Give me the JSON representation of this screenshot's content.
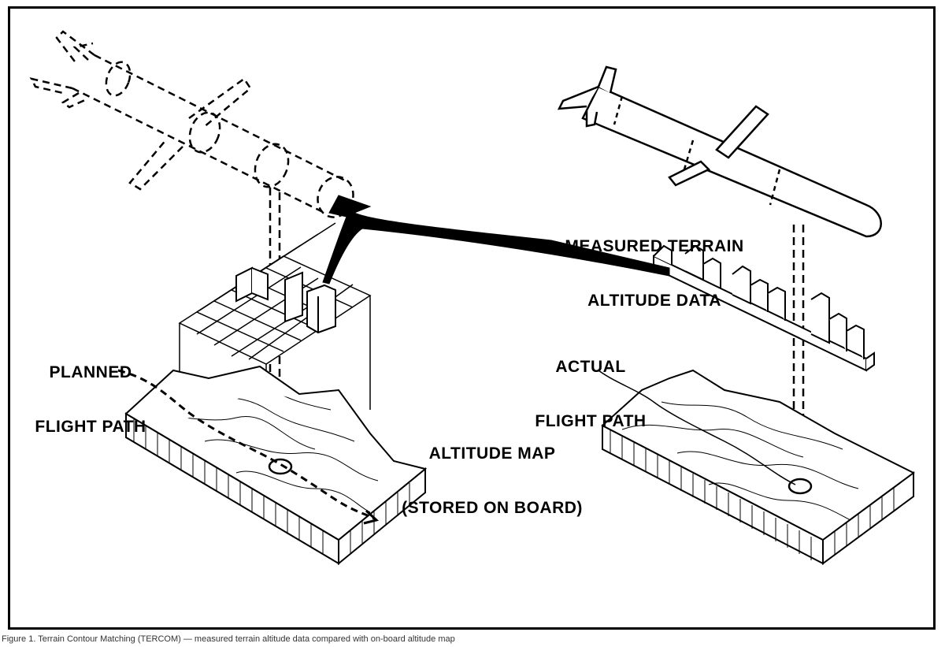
{
  "labels": {
    "measured_terrain": [
      "MEASURED TERRAIN",
      "ALTITUDE DATA"
    ],
    "planned_path": [
      "PLANNED",
      "FLIGHT PATH"
    ],
    "actual_path": [
      "ACTUAL",
      "FLIGHT PATH"
    ],
    "altitude_map": [
      "ALTITUDE MAP",
      "(STORED ON BOARD)"
    ]
  },
  "caption": "Figure 1. Terrain Contour Matching (TERCOM) — measured terrain altitude data compared with on-board altitude map"
}
